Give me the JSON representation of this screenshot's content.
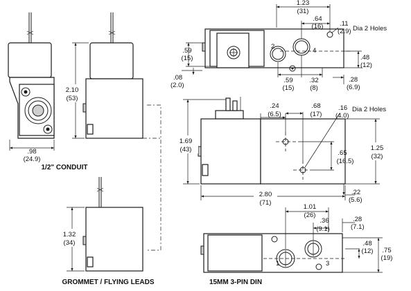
{
  "views": {
    "conduit": {
      "caption": "1/2\" CONDUIT",
      "width_in": ".98",
      "width_mm": "(24.9)",
      "height_in": "2.10",
      "height_mm": "(53)"
    },
    "grommet": {
      "caption": "GROMMET / FLYING LEADS",
      "height_in": "1.32",
      "height_mm": "(34)"
    },
    "top": {
      "overall_in": "1.23",
      "overall_mm": "(31)",
      "port_spacing_in": ".64",
      "port_spacing_mm": "(16)",
      "hole_dia_in": ".11",
      "hole_dia_mm": "(2.9)",
      "hole_note": "Dia 2 Holes",
      "left_height_in": ".59",
      "left_height_mm": "(15)",
      "right_height_in": ".48",
      "right_height_mm": "(12)",
      "bottom_offset_in": ".08",
      "bottom_offset_mm": "(2.0)",
      "lower_a_in": ".59",
      "lower_a_mm": "(15)",
      "lower_b_in": ".32",
      "lower_b_mm": "(8)",
      "edge_in": ".28",
      "edge_mm": "(6.9)",
      "port_labels": [
        "2",
        "4"
      ]
    },
    "front": {
      "height_in": "1.69",
      "height_mm": "(43)",
      "x1_in": ".24",
      "x1_mm": "(6.5)",
      "x2_in": ".68",
      "x2_mm": "(17)",
      "hole_dia_in": ".16",
      "hole_dia_mm": "(4.0)",
      "hole_note": "Dia 2 Holes",
      "hole_vspace_in": ".65",
      "hole_vspace_mm": "(16.5)",
      "body_height_in": "1.25",
      "body_height_mm": "(32)",
      "length_in": "2.80",
      "length_mm": "(71)",
      "bottom_in": ".22",
      "bottom_mm": "(5.6)"
    },
    "din": {
      "caption": "15MM 3-PIN DIN",
      "span_in": "1.01",
      "span_mm": "(26)",
      "right_in": ".28",
      "right_mm": "(7.1)",
      "inner_in": ".36",
      "inner_mm": "(9.1)",
      "h1_in": ".48",
      "h1_mm": "(12)",
      "h2_in": ".75",
      "h2_mm": "(19)",
      "port_labels": [
        "1",
        "3"
      ]
    }
  }
}
